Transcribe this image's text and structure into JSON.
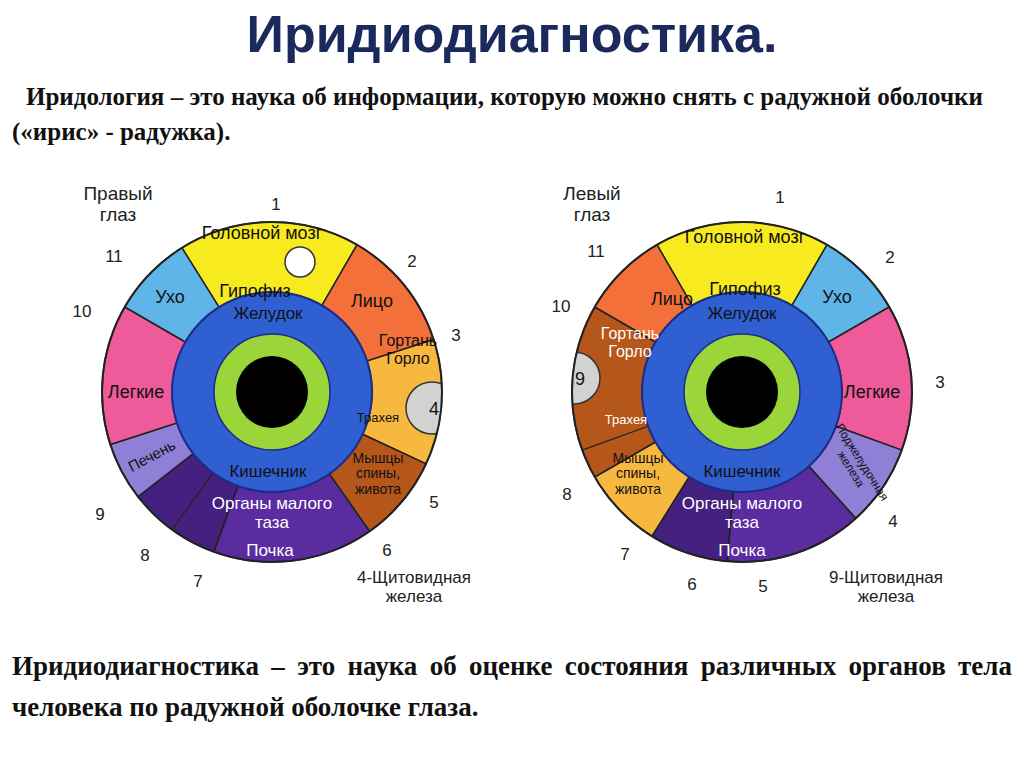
{
  "diagram": {
    "title": "Иридиодиагностика.",
    "caption": "Иридиодиагностика – это наука об оценке состояния различных органов тела человека по радужной оболочке глаза.",
    "nodes": [
      {
        "text": [
          "Головной мозг",
          "Гипофиз"
        ]
      },
      {
        "text": [
          "Лицо"
        ]
      },
      {
        "text": [
          "Гортань Горло",
          "Трахея"
        ]
      },
      {
        "text": [
          "4"
        ]
      },
      {
        "text": [
          "Мышцы спины, живота"
        ]
      },
      {
        "text": [
          "Органы малого таза",
          "Почка"
        ]
      },
      {
        "text": [
          "Печень"
        ]
      },
      {
        "text": [
          "Легкие"
        ]
      },
      {
        "text": [
          "Ухо"
        ]
      },
      {
        "text": [
          "Желудок",
          "Кишечник"
        ]
      },
      {
        "text": [
          "Головной мозг",
          "Гипофиз"
        ]
      },
      {
        "text": [
          "Ухо"
        ]
      },
      {
        "text": [
          "Легкие"
        ]
      },
      {
        "text": [
          "Поджелудочная железа"
        ]
      },
      {
        "text": [
          "Органы малого таза",
          "Почка"
        ]
      },
      {
        "text": [
          "Мышцы спины, живота"
        ]
      },
      {
        "text": [
          "Гортань Горло",
          "Трахея"
        ]
      },
      {
        "text": [
          "9"
        ]
      },
      {
        "text": [
          "Лицо"
        ]
      },
      {
        "text": [
          "Желудок",
          "Кишечник"
        ]
      }
    ],
    "labels": [
      "Иридология – это наука об информации, которую можно снять с радужной оболочки («ирис» - радужка).",
      "Правый глаз",
      "1",
      "2",
      "3",
      "5",
      "6",
      "7",
      "8",
      "9",
      "10",
      "11",
      "4-Щитовидная железа",
      "Левый глаз",
      "1",
      "2",
      "3",
      "4",
      "5",
      "6",
      "7",
      "8",
      "10",
      "11",
      "9-Щитовидная железа"
    ]
  }
}
